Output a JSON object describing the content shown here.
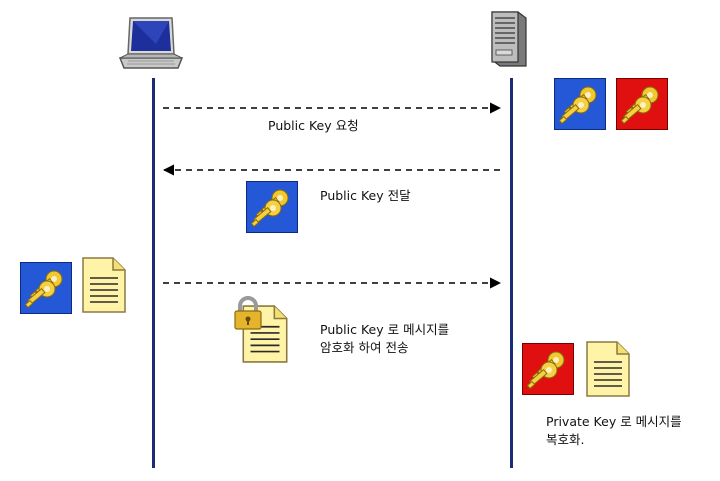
{
  "actors": {
    "client": {
      "icon": "laptop-icon"
    },
    "server": {
      "icon": "server-tower-icon"
    }
  },
  "messages": {
    "request": {
      "label": "Public Key 요청",
      "direction": "client-to-server"
    },
    "deliver": {
      "label": "Public Key 전달",
      "direction": "server-to-client"
    },
    "send": {
      "line1": "Public Key 로 메시지를",
      "line2": "암호화 하여 전송",
      "direction": "client-to-server"
    }
  },
  "server_note": {
    "line1": "Private Key 로 메시지를",
    "line2": "복호화."
  },
  "colors": {
    "lifeline": "#1c2a7a",
    "public_key_bg": "#2458d6",
    "private_key_bg": "#e01010",
    "key_gold": "#e8b820",
    "document_yellow": "#fff1a0",
    "lock_gold": "#e0b030"
  },
  "icons": [
    "laptop-icon",
    "server-tower-icon",
    "public-key-icon",
    "private-key-icon",
    "document-icon",
    "locked-document-icon"
  ]
}
